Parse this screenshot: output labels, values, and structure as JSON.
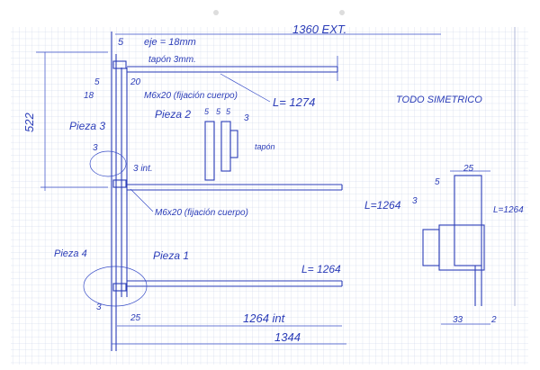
{
  "drawing": {
    "overall_width": "1360  EXT.",
    "top_offset": "5",
    "axis_label": "eje = 18mm",
    "cap_label": "tapón 3mm.",
    "top_bar_length": "L= 1274",
    "dim_5": "5",
    "dim_20": "20",
    "dim_18": "18",
    "bolt_upper": "M6x20 (fijación cuerpo)",
    "piece_2": "Pieza 2",
    "section_dims": [
      "5",
      "5",
      "5",
      "3"
    ],
    "section_cap": "tapón",
    "height_522": "522",
    "piece_3": "Pieza 3",
    "dim_3": "3",
    "dim_3_int": "3 int.",
    "middle_bar_length": "L=1264",
    "bolt_lower": "M6x20 (fijación cuerpo)",
    "piece_4": "Pieza 4",
    "piece_1": "Pieza 1",
    "bottom_bar_length": "L= 1264",
    "bottom_dim_3": "3",
    "bottom_dim_25": "25",
    "inner_width": "1264 int",
    "outer_width": "1344",
    "symmetric_note": "TODO SIMETRICO",
    "detail": {
      "dim_25": "25",
      "dim_5": "5",
      "dim_3": "3",
      "bar_length": "L=1264",
      "dim_33": "33",
      "dim_2": "2"
    }
  }
}
